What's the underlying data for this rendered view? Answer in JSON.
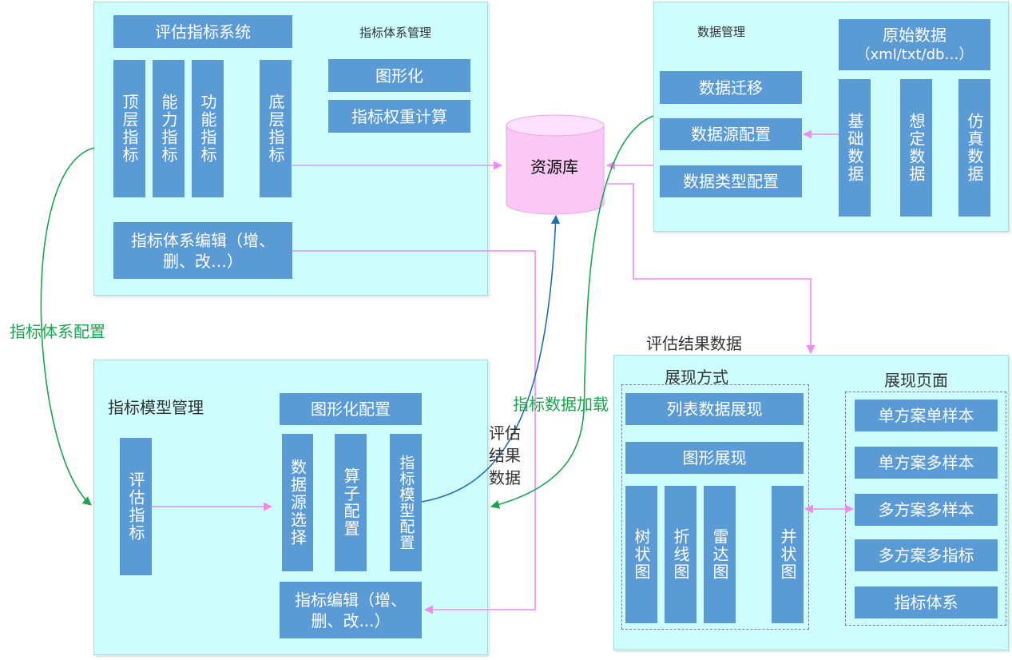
{
  "colors": {
    "panel_bg": "#cdfdfd",
    "box_bg": "#5b9bd5",
    "pink_arrow": "#f08cf0",
    "green_arrow": "#1aa54e",
    "blue_arrow": "#1f6fb0",
    "db_fill": "#fbc8f6"
  },
  "icons": {
    "resource_db": "cylinder-database-icon"
  },
  "indicator_system": {
    "title": "评估指标系统",
    "caption": "指标体系管理",
    "top": "顶层指标",
    "ability": "能力指标",
    "function": "功能指标",
    "bottom": "底层指标",
    "graphic": "图形化",
    "weight": "指标权重计算",
    "edit": "指标体系编辑（增、删、改…）"
  },
  "resource_db": {
    "label": "资源库"
  },
  "data_management": {
    "caption": "数据管理",
    "migrate": "数据迁移",
    "source_config": "数据源配置",
    "type_config": "数据类型配置",
    "raw_title": "原始数据",
    "raw_formats": "（xml/txt/db…）",
    "basic": "基础数据",
    "assumed": "想定数据",
    "simulation": "仿真数据"
  },
  "model_management": {
    "title": "指标模型管理",
    "eval_indicator": "评估指标",
    "graphic_config": "图形化配置",
    "datasource_select": "数据源选择",
    "operator_config": "算子配置",
    "model_config": "指标模型配置",
    "edit": "指标编辑（增、删、改...）"
  },
  "display": {
    "result_data": "评估结果数据",
    "mode_title": "展现方式",
    "list": "列表数据展现",
    "graph": "图形展现",
    "tree": "树状图",
    "line": "折线图",
    "radar": "雷达图",
    "parallel": "并状图",
    "page_title": "展现页面",
    "p1": "单方案单样本",
    "p2": "单方案多样本",
    "p3": "多方案多样本",
    "p4": "多方案多指标",
    "p5": "指标体系"
  },
  "labels": {
    "system_config": "指标体系配置",
    "data_loading": "指标数据加载",
    "eval_result": "评估结果数据"
  }
}
